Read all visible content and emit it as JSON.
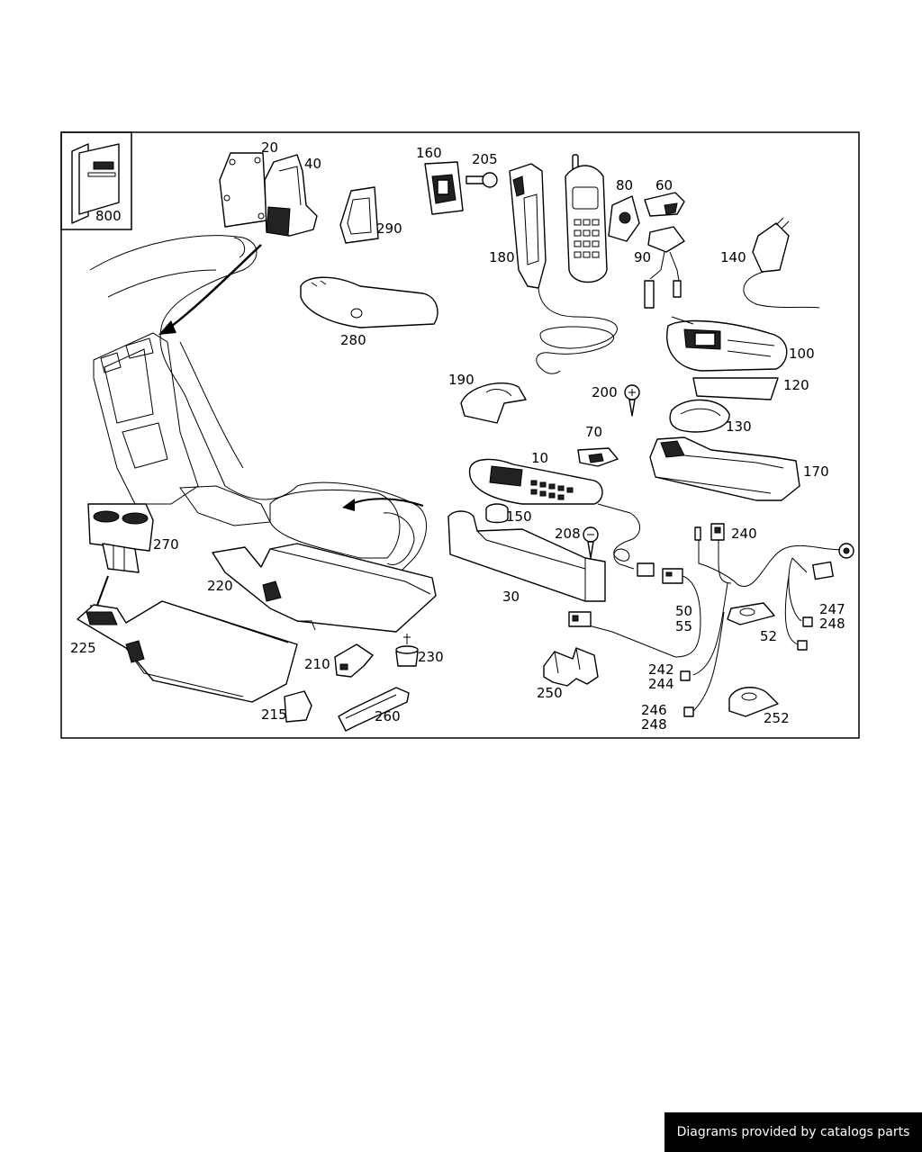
{
  "labels": {
    "p800": "800",
    "p20": "20",
    "p40": "40",
    "p160": "160",
    "p205": "205",
    "p80": "80",
    "p60": "60",
    "p290": "290",
    "p180": "180",
    "p90": "90",
    "p140": "140",
    "p280": "280",
    "p100": "100",
    "p120": "120",
    "p190": "190",
    "p200": "200",
    "p130": "130",
    "p70": "70",
    "p10": "10",
    "p170": "170",
    "p150": "150",
    "p208": "208",
    "p240": "240",
    "p270": "270",
    "p220": "220",
    "p30": "30",
    "p50": "50",
    "p55": "55",
    "p247": "247",
    "p248a": "248",
    "p52": "52",
    "p225": "225",
    "p230": "230",
    "p210": "210",
    "p242": "242",
    "p244": "244",
    "p250": "250",
    "p246": "246",
    "p248b": "248",
    "p252": "252",
    "p215": "215",
    "p260": "260"
  },
  "footer": {
    "credit": "Diagrams provided by catalogs parts"
  }
}
